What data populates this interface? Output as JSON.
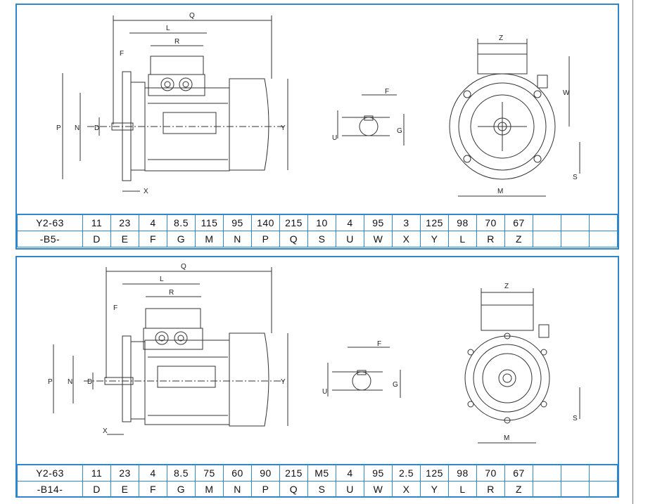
{
  "tables": [
    {
      "model_top": "Y2-63",
      "model_bottom": "-B5-",
      "values": [
        "11",
        "23",
        "4",
        "8.5",
        "115",
        "95",
        "140",
        "215",
        "10",
        "4",
        "95",
        "3",
        "125",
        "98",
        "70",
        "67",
        "",
        "",
        ""
      ],
      "letters": [
        "D",
        "E",
        "F",
        "G",
        "M",
        "N",
        "P",
        "Q",
        "S",
        "U",
        "W",
        "X",
        "Y",
        "L",
        "R",
        "Z",
        "",
        "",
        ""
      ]
    },
    {
      "model_top": "Y2-63",
      "model_bottom": "-B14-",
      "values": [
        "11",
        "23",
        "4",
        "8.5",
        "75",
        "60",
        "90",
        "215",
        "M5",
        "4",
        "95",
        "2.5",
        "125",
        "98",
        "70",
        "67",
        "",
        "",
        ""
      ],
      "letters": [
        "D",
        "E",
        "F",
        "G",
        "M",
        "N",
        "P",
        "Q",
        "S",
        "U",
        "W",
        "X",
        "Y",
        "L",
        "R",
        "Z",
        "",
        "",
        ""
      ]
    }
  ],
  "drawing_labels": {
    "Q": "Q",
    "L": "L",
    "R": "R",
    "F": "F",
    "P": "P",
    "N": "N",
    "D": "D",
    "X": "X",
    "Y": "Y",
    "U": "U",
    "G": "G",
    "Z": "Z",
    "W": "W",
    "S": "S",
    "M": "M"
  },
  "colors": {
    "border": "#2f86c8",
    "line": "#333333"
  }
}
